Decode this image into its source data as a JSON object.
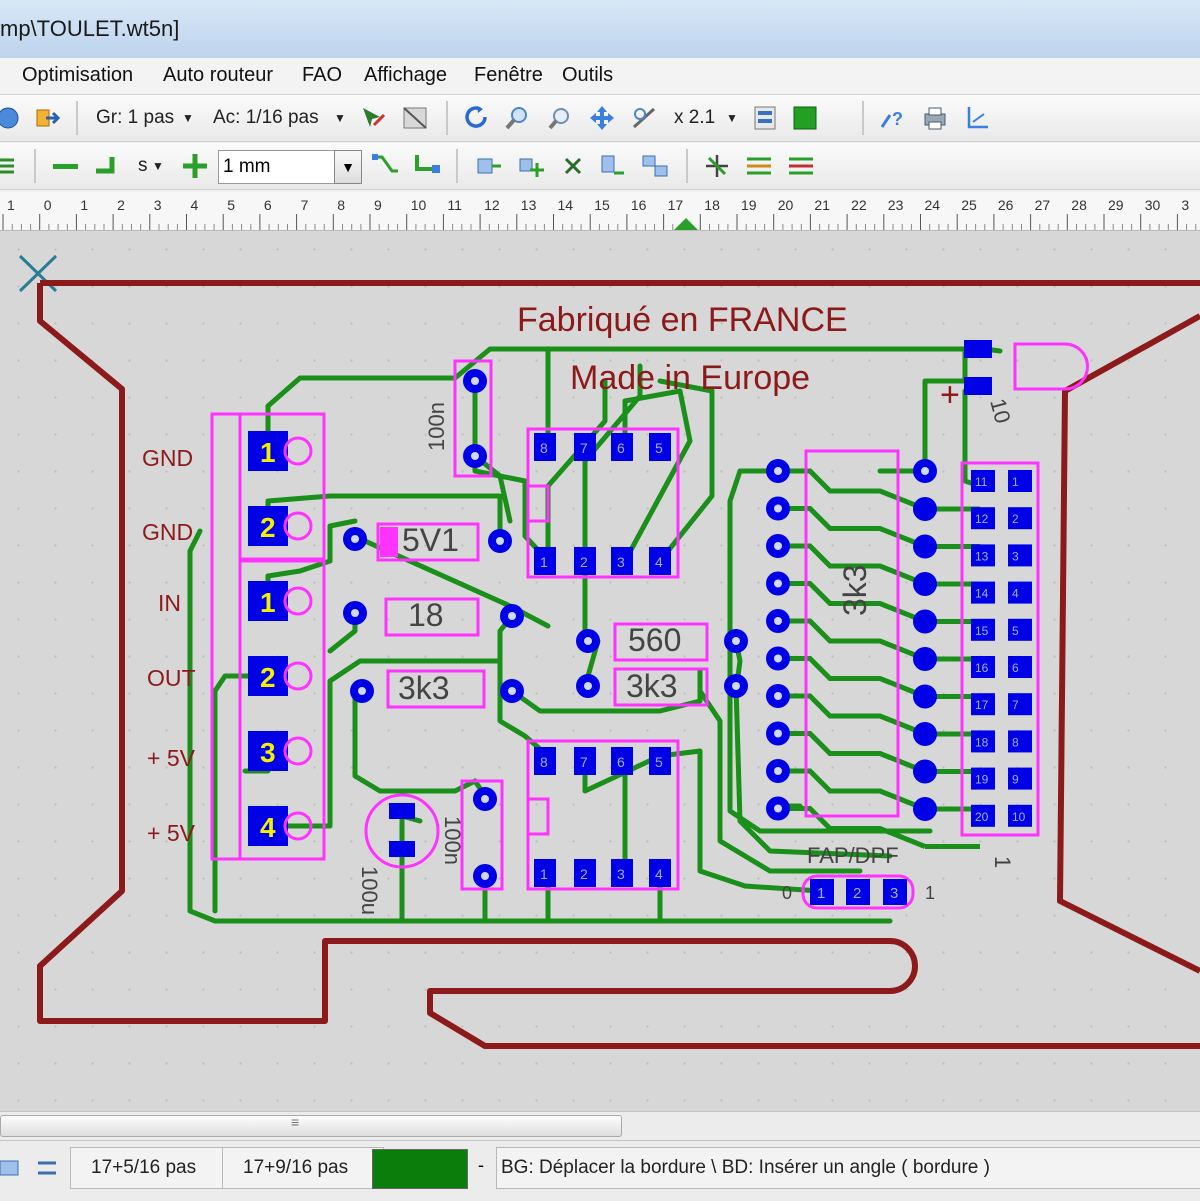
{
  "window": {
    "title": "mp\\TOULET.wt5n]"
  },
  "menu": [
    "Optimisation",
    "Auto routeur",
    "FAO",
    "Affichage",
    "Fenêtre",
    "Outils"
  ],
  "toolbar1": {
    "grid_label": "Gr: 1 pas",
    "accel_label": "Ac: 1/16 pas",
    "zoom_label": "x 2.1"
  },
  "toolbar2": {
    "snap_label": "s",
    "width_value": "1 mm"
  },
  "ruler": {
    "numbers": [
      "1",
      "0",
      "1",
      "2",
      "3",
      "4",
      "5",
      "6",
      "7",
      "8",
      "9",
      "10",
      "11",
      "12",
      "13",
      "14",
      "15",
      "16",
      "17",
      "18",
      "19",
      "20",
      "21",
      "22",
      "23",
      "24",
      "25",
      "26",
      "27",
      "28",
      "29",
      "30",
      "3"
    ]
  },
  "pcb": {
    "text_france": "Fabriqué en FRANCE",
    "text_europe": "Made in Europe",
    "conn_labels": [
      "GND",
      "GND",
      "IN",
      "OUT",
      "+ 5V",
      "+ 5V"
    ],
    "conn_pin_numbers": [
      "1",
      "2",
      "1",
      "2",
      "3",
      "4"
    ],
    "cap_top": "100n",
    "cap_mid": "100n",
    "cap_bottom": "100u",
    "r_5v1": "5V1",
    "r_18": "18",
    "r_3k3_left": "3k3",
    "r_560": "560",
    "r_3k3_mid": "3k3",
    "rnet": "3k3",
    "ic_pins_top": [
      "8",
      "7",
      "6",
      "5"
    ],
    "ic_pins_bottom": [
      "1",
      "2",
      "3",
      "4"
    ],
    "led_plus": "+",
    "led_ref": "10",
    "hdr_left": [
      "11",
      "12",
      "13",
      "14",
      "15",
      "16",
      "17",
      "18",
      "19",
      "20"
    ],
    "hdr_right": [
      "1",
      "2",
      "3",
      "4",
      "5",
      "6",
      "7",
      "8",
      "9",
      "10"
    ],
    "hdr_one": "1",
    "jumper_label": "FAP/DPF",
    "jumper_pins": [
      "1",
      "2",
      "3"
    ],
    "jumper_left": "0",
    "jumper_right": "1"
  },
  "status": {
    "cursor_x": "17+5/16 pas",
    "cursor_y": "17+9/16 pas",
    "hint": "BG: Déplacer la bordure \\ BD: Insérer un angle ( bordure )"
  },
  "colors": {
    "copper": "#1a8f1a",
    "pad": "#0000e6",
    "silk": "#ff33ff",
    "outline": "#8c1a1a",
    "status_swatch": "#0a7d0a"
  }
}
